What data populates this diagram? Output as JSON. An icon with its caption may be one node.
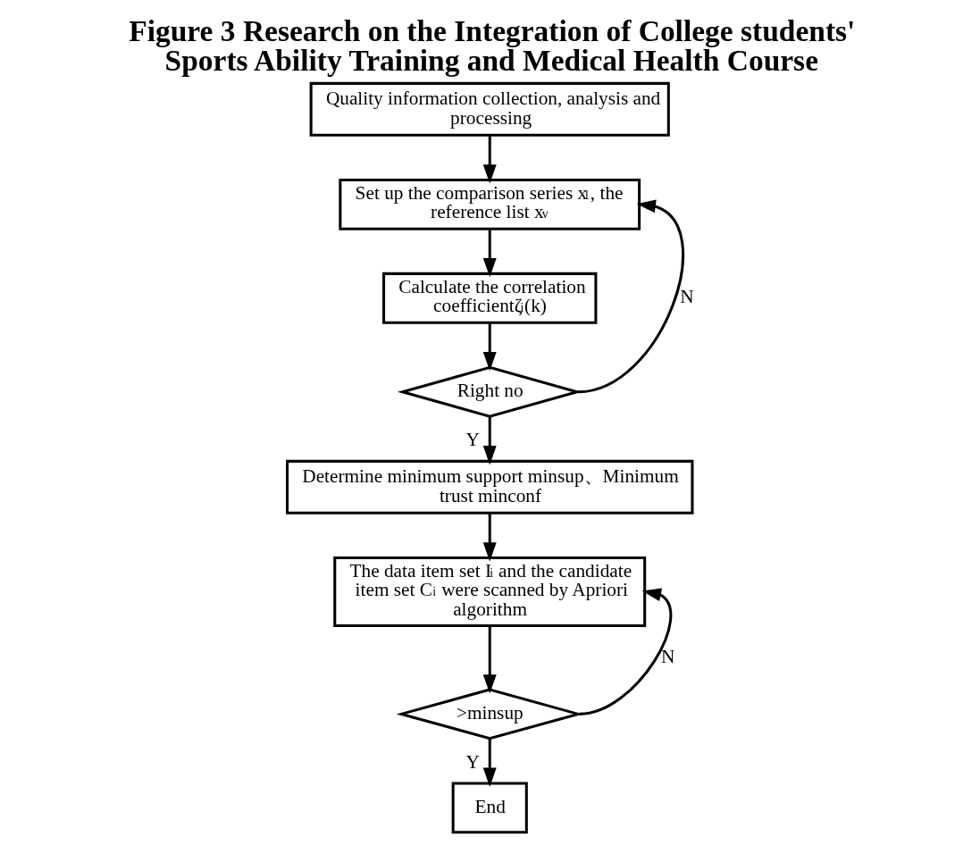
{
  "diagram": {
    "title": "Figure 3 Research on the Integration of College students' Sports Ability Training and Medical Health Course",
    "nodes": [
      {
        "text": [
          "Quality information collection, analysis and processing"
        ]
      },
      {
        "text": [
          "Set up the comparison series x$_{1}$, the reference list x$_{v}$"
        ]
      },
      {
        "text": [
          "Calculate the correlation coefficientζ$_{i}$(k)"
        ]
      },
      {
        "text": [
          "Right no"
        ]
      },
      {
        "text": [
          "Determine minimum support minsup、Minimum trust minconf"
        ]
      },
      {
        "text": [
          "The data item set I$_{i}$ and the candidate item set C$_{i}$ were scanned by Apriori algorithm"
        ]
      },
      {
        "text": [
          ">minsup"
        ]
      },
      {
        "text": [
          "End"
        ]
      }
    ],
    "edges": [
      {
        "from": 0,
        "to": 1,
        "arrow": "to"
      },
      {
        "from": 1,
        "to": 2,
        "arrow": "to"
      },
      {
        "from": 2,
        "to": 3,
        "arrow": "to"
      },
      {
        "from": 3,
        "to": 1,
        "arrow": "to",
        "label": "N"
      },
      {
        "from": 3,
        "to": 4,
        "arrow": "to",
        "label": "Y"
      },
      {
        "from": 4,
        "to": 5,
        "arrow": "to"
      },
      {
        "from": 5,
        "to": 6,
        "arrow": "to"
      },
      {
        "from": 6,
        "to": 5,
        "arrow": "to",
        "label": "N"
      },
      {
        "from": 6,
        "to": 7,
        "arrow": "to",
        "label": "Y"
      }
    ]
  }
}
